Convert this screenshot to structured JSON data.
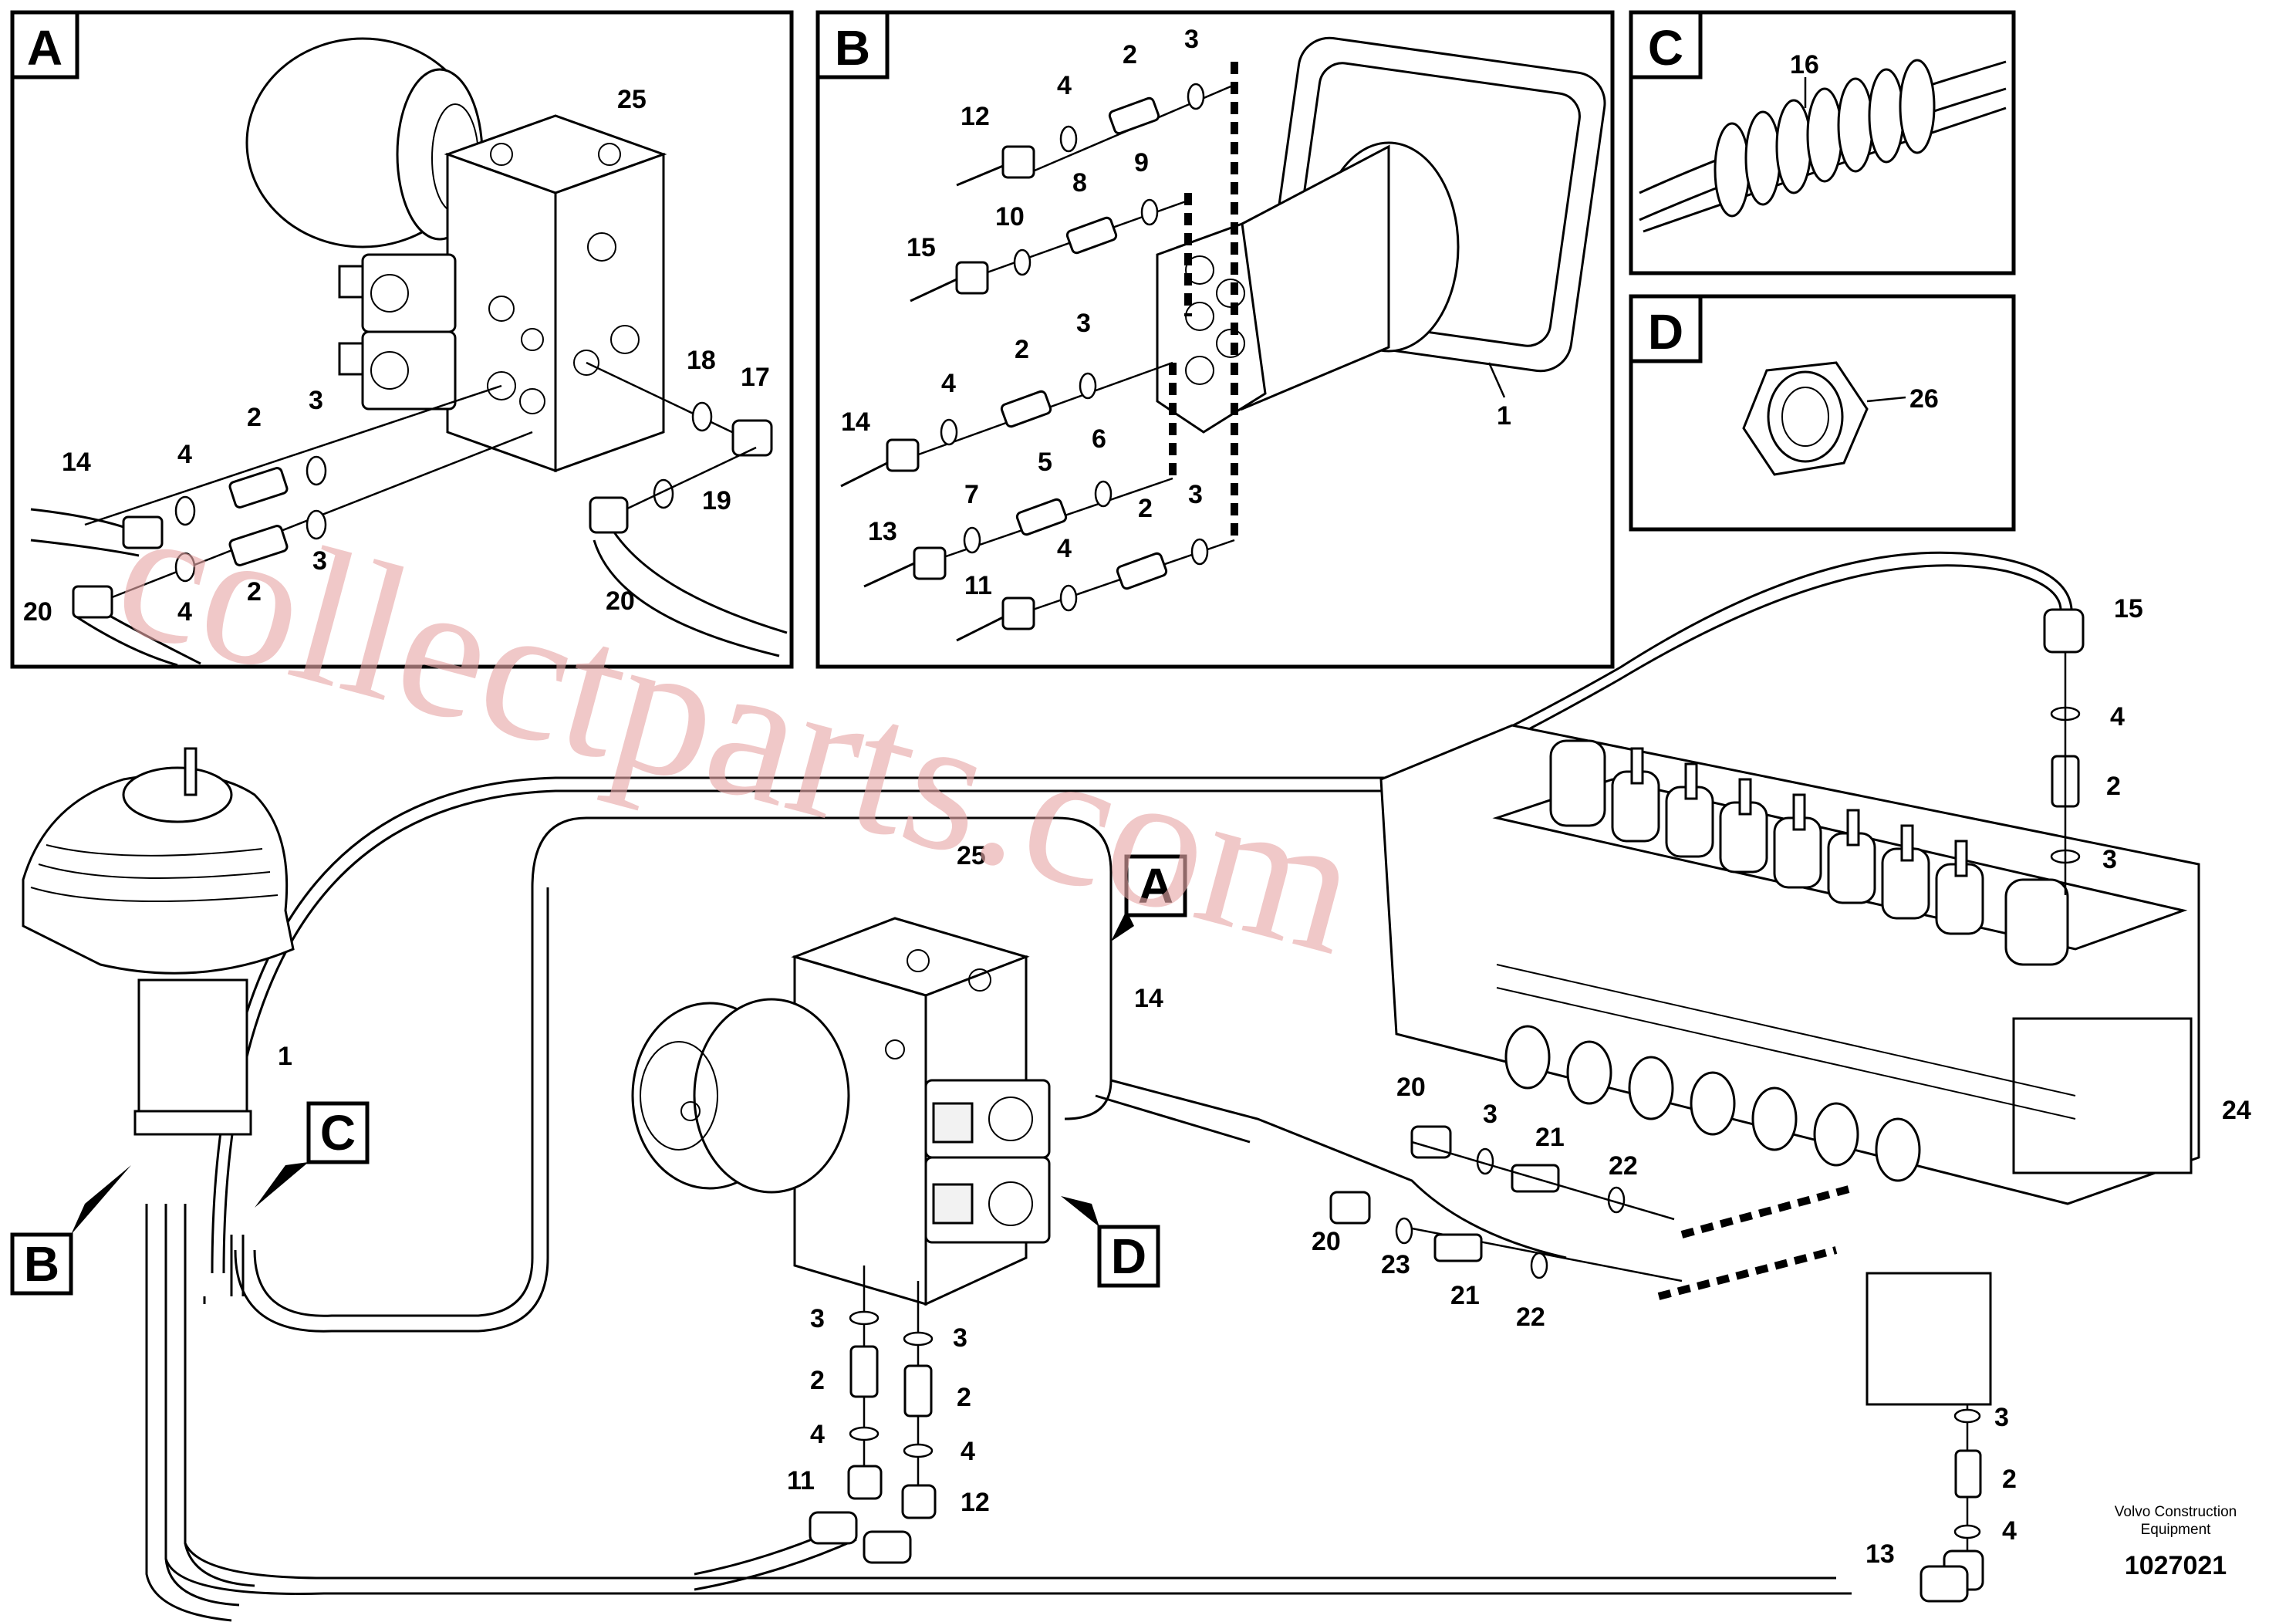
{
  "panels": {
    "a": {
      "tag": "A"
    },
    "b": {
      "tag": "B"
    },
    "c": {
      "tag": "C"
    },
    "d": {
      "tag": "D"
    }
  },
  "panel_a_labels": [
    "25",
    "18",
    "17",
    "14",
    "4",
    "2",
    "3",
    "19",
    "20",
    "4",
    "2",
    "3",
    "20"
  ],
  "panel_b_labels": [
    "2",
    "3",
    "4",
    "12",
    "9",
    "8",
    "10",
    "15",
    "3",
    "2",
    "4",
    "14",
    "6",
    "5",
    "7",
    "13",
    "3",
    "2",
    "4",
    "11",
    "1"
  ],
  "panel_c_labels": [
    "16"
  ],
  "panel_d_labels": [
    "26"
  ],
  "main_labels": [
    "15",
    "4",
    "2",
    "3",
    "24",
    "1",
    "25",
    "14",
    "20",
    "3",
    "21",
    "22",
    "20",
    "23",
    "21",
    "22",
    "3",
    "2",
    "4",
    "11",
    "3",
    "2",
    "4",
    "12",
    "3",
    "2",
    "4",
    "13"
  ],
  "main_tags": {
    "a": "A",
    "b": "B",
    "c": "C",
    "d": "D"
  },
  "credit": {
    "line1": "Volvo Construction",
    "line2": "Equipment"
  },
  "doc_number": "1027021",
  "watermark": "collectparts.com"
}
